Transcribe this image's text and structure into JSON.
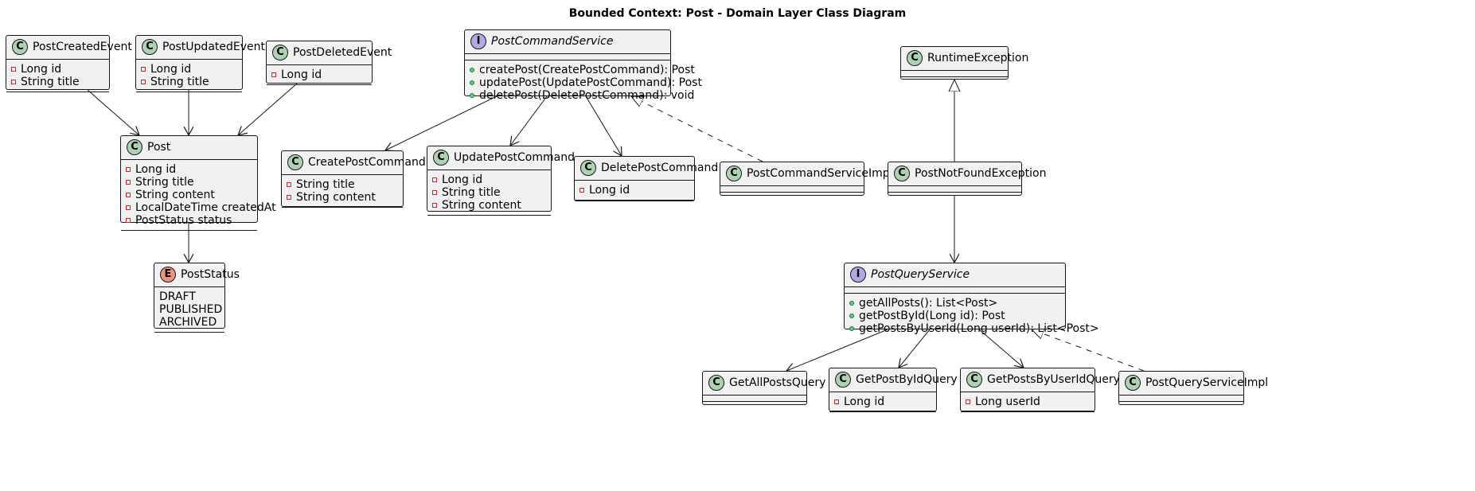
{
  "diagram": {
    "title": "Bounded Context: Post - Domain Layer Class Diagram",
    "nodes": {
      "post_created_event": {
        "kind": "class",
        "badge": "C",
        "name": "PostCreatedEvent",
        "members": [
          {
            "vis": "private",
            "text": "Long id"
          },
          {
            "vis": "private",
            "text": "String title"
          }
        ]
      },
      "post_updated_event": {
        "kind": "class",
        "badge": "C",
        "name": "PostUpdatedEvent",
        "members": [
          {
            "vis": "private",
            "text": "Long id"
          },
          {
            "vis": "private",
            "text": "String title"
          }
        ]
      },
      "post_deleted_event": {
        "kind": "class",
        "badge": "C",
        "name": "PostDeletedEvent",
        "members": [
          {
            "vis": "private",
            "text": "Long id"
          }
        ]
      },
      "post": {
        "kind": "class",
        "badge": "C",
        "name": "Post",
        "members": [
          {
            "vis": "private",
            "text": "Long id"
          },
          {
            "vis": "private",
            "text": "String title"
          },
          {
            "vis": "private",
            "text": "String content"
          },
          {
            "vis": "private",
            "text": "LocalDateTime createdAt"
          },
          {
            "vis": "private",
            "text": "PostStatus status"
          }
        ]
      },
      "post_status": {
        "kind": "enum",
        "badge": "E",
        "name": "PostStatus",
        "values": [
          "DRAFT",
          "PUBLISHED",
          "ARCHIVED"
        ]
      },
      "post_command_service": {
        "kind": "interface",
        "badge": "I",
        "name": "PostCommandService",
        "methods": [
          {
            "vis": "public",
            "text": "createPost(CreatePostCommand): Post"
          },
          {
            "vis": "public",
            "text": "updatePost(UpdatePostCommand): Post"
          },
          {
            "vis": "public",
            "text": "deletePost(DeletePostCommand): void"
          }
        ]
      },
      "create_post_command": {
        "kind": "class",
        "badge": "C",
        "name": "CreatePostCommand",
        "members": [
          {
            "vis": "private",
            "text": "String title"
          },
          {
            "vis": "private",
            "text": "String content"
          }
        ]
      },
      "update_post_command": {
        "kind": "class",
        "badge": "C",
        "name": "UpdatePostCommand",
        "members": [
          {
            "vis": "private",
            "text": "Long id"
          },
          {
            "vis": "private",
            "text": "String title"
          },
          {
            "vis": "private",
            "text": "String content"
          }
        ]
      },
      "delete_post_command": {
        "kind": "class",
        "badge": "C",
        "name": "DeletePostCommand",
        "members": [
          {
            "vis": "private",
            "text": "Long id"
          }
        ]
      },
      "post_command_service_impl": {
        "kind": "class",
        "badge": "C",
        "name": "PostCommandServiceImpl",
        "members": []
      },
      "runtime_exception": {
        "kind": "class",
        "badge": "C",
        "name": "RuntimeException",
        "members": []
      },
      "post_not_found_exception": {
        "kind": "class",
        "badge": "C",
        "name": "PostNotFoundException",
        "members": []
      },
      "post_query_service": {
        "kind": "interface",
        "badge": "I",
        "name": "PostQueryService",
        "methods": [
          {
            "vis": "public",
            "text": "getAllPosts(): List<Post>"
          },
          {
            "vis": "public",
            "text": "getPostById(Long id): Post"
          },
          {
            "vis": "public",
            "text": "getPostsByUserId(Long userId): List<Post>"
          }
        ]
      },
      "get_all_posts_query": {
        "kind": "class",
        "badge": "C",
        "name": "GetAllPostsQuery",
        "members": []
      },
      "get_post_by_id_query": {
        "kind": "class",
        "badge": "C",
        "name": "GetPostByIdQuery",
        "members": [
          {
            "vis": "private",
            "text": "Long id"
          }
        ]
      },
      "get_posts_by_user_id_query": {
        "kind": "class",
        "badge": "C",
        "name": "GetPostsByUserIdQuery",
        "members": [
          {
            "vis": "private",
            "text": "Long userId"
          }
        ]
      },
      "post_query_service_impl": {
        "kind": "class",
        "badge": "C",
        "name": "PostQueryServiceImpl",
        "members": []
      }
    },
    "edges": [
      {
        "from": "post_created_event",
        "to": "post",
        "type": "association"
      },
      {
        "from": "post_updated_event",
        "to": "post",
        "type": "association"
      },
      {
        "from": "post_deleted_event",
        "to": "post",
        "type": "association"
      },
      {
        "from": "post",
        "to": "post_status",
        "type": "association"
      },
      {
        "from": "post_command_service",
        "to": "create_post_command",
        "type": "association"
      },
      {
        "from": "post_command_service",
        "to": "update_post_command",
        "type": "association"
      },
      {
        "from": "post_command_service",
        "to": "delete_post_command",
        "type": "association"
      },
      {
        "from": "post_command_service_impl",
        "to": "post_command_service",
        "type": "realization"
      },
      {
        "from": "post_not_found_exception",
        "to": "runtime_exception",
        "type": "generalization"
      },
      {
        "from": "post_not_found_exception",
        "to": "post_query_service",
        "type": "association"
      },
      {
        "from": "post_query_service",
        "to": "get_all_posts_query",
        "type": "association"
      },
      {
        "from": "post_query_service",
        "to": "get_post_by_id_query",
        "type": "association"
      },
      {
        "from": "post_query_service",
        "to": "get_posts_by_user_id_query",
        "type": "association"
      },
      {
        "from": "post_query_service_impl",
        "to": "post_query_service",
        "type": "realization"
      }
    ]
  }
}
